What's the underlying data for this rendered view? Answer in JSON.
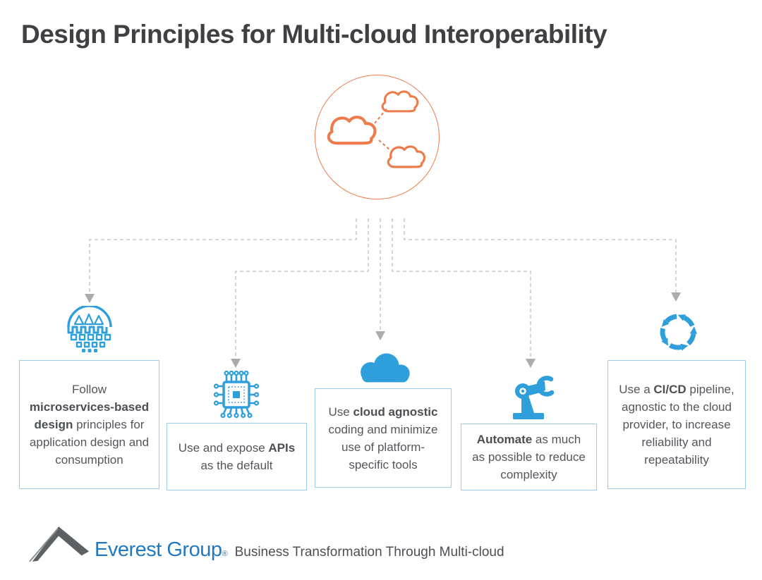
{
  "title": "Design Principles for Multi-cloud Interoperability",
  "hub": {
    "icon": "multi-cloud-network-icon"
  },
  "boxes": [
    {
      "icon": "microservices-globe-icon",
      "pre": "Follow ",
      "bold": "microservices-based design",
      "post": " principles for application design and consumption"
    },
    {
      "icon": "api-chip-icon",
      "pre": "Use and expose ",
      "bold": "APIs",
      "post": " as the default"
    },
    {
      "icon": "cloud-icon",
      "pre": "Use ",
      "bold": "cloud agnostic",
      "post": " coding and minimize use of platform-specific tools"
    },
    {
      "icon": "automation-robot-arm-icon",
      "pre": "",
      "bold": "Automate",
      "post": " as much as possible to reduce complexity"
    },
    {
      "icon": "cicd-cycle-icon",
      "pre": "Use a ",
      "bold": "CI/CD",
      "post": " pipeline, agnostic to the cloud provider, to increase reliability and repeatability"
    }
  ],
  "footer": {
    "brand": "Everest Group",
    "registered": "®",
    "tagline": "Business Transformation Through Multi-cloud"
  },
  "colors": {
    "accent_orange": "#ED7B4B",
    "icon_blue": "#2E9FDA",
    "box_border": "#9BCDE6",
    "body_text": "#53565A",
    "title_text": "#3E4043",
    "connector_gray": "#C9CACB",
    "arrow_gray": "#A9ABAD",
    "brand_blue": "#2379BD",
    "logo_gray": "#5D6164"
  }
}
